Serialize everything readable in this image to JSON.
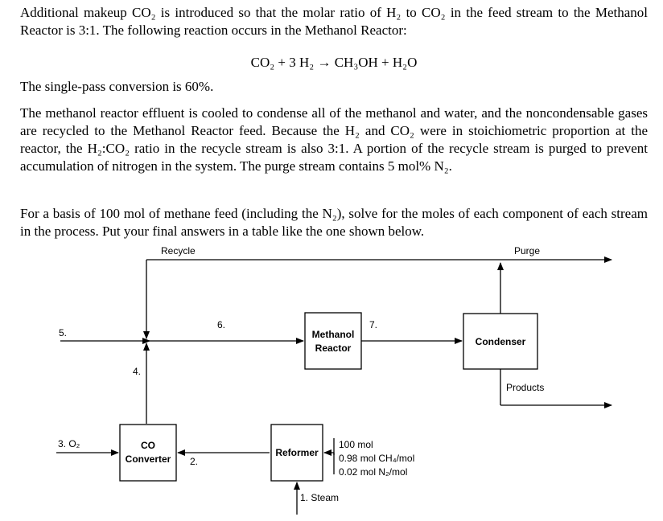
{
  "problem": {
    "para1": "Additional makeup CO₂ is introduced so that the molar ratio of H₂ to CO₂ in the feed stream to the Methanol Reactor is 3:1. The following reaction occurs in the Methanol Reactor:",
    "equation": "CO₂ + 3 H₂ → CH₃OH + H₂O",
    "para2": "The single-pass conversion is 60%.",
    "para3": "The methanol reactor effluent is cooled to condense all of the methanol and water, and the noncondensable gases are recycled to the Methanol Reactor feed. Because the H₂ and CO₂ were in stoichiometric proportion at the reactor, the H₂:CO₂ ratio in the recycle stream is also 3:1. A portion of the recycle stream is purged to prevent accumulation of nitrogen in the system. The purge stream contains 5 mol% N₂.",
    "para4": "For a basis of 100 mol of methane feed (including the N₂), solve for the moles of each component of each stream in the process. Put your final answers in a table like the one shown below."
  },
  "diagram": {
    "recycle_label": "Recycle",
    "purge_label": "Purge",
    "stream5": "5.",
    "stream6": "6.",
    "stream7": "7.",
    "stream4": "4.",
    "stream3": "3. O₂",
    "stream2": "2.",
    "stream1": "1. Steam",
    "products_label": "Products",
    "methanol_reactor_line1": "Methanol",
    "methanol_reactor_line2": "Reactor",
    "condenser": "Condenser",
    "co_converter_line1": "CO",
    "co_converter_line2": "Converter",
    "reformer": "Reformer",
    "feed_line1": "100 mol",
    "feed_line2": "0.98 mol CH₄/mol",
    "feed_line3": "0.02 mol N₂/mol"
  }
}
